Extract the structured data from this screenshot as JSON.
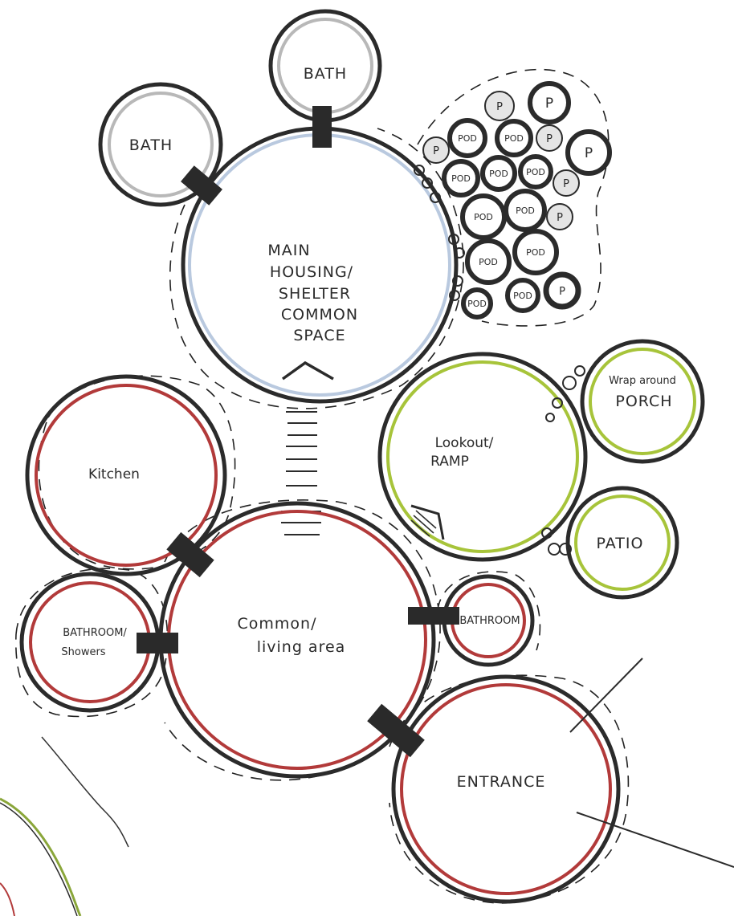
{
  "labels": {
    "bath_left": "BATH",
    "bath_top": "BATH",
    "main_1": "MAIN",
    "main_2": "HOUSING/",
    "main_3": "SHELTER",
    "main_4": "COMMON",
    "main_5": "SPACE",
    "lookout_1": "Lookout/",
    "lookout_2": "RAMP",
    "porch_1": "Wrap around",
    "porch_2": "PORCH",
    "patio": "PATIO",
    "kitchen": "Kitchen",
    "common_1": "Common/",
    "common_2": "living area",
    "bathroom_showers_1": "BATHROOM/",
    "bathroom_showers_2": "Showers",
    "bathroom": "BATHROOM",
    "entrance": "ENTRANCE"
  },
  "pods": {
    "p1": "P",
    "p2": "P",
    "p3": "P",
    "p4": "P",
    "p5": "P",
    "p6": "P",
    "p7": "P",
    "p8": "P",
    "pod1": "POD",
    "pod2": "POD",
    "pod3": "POD",
    "pod4": "POD",
    "pod5": "POD",
    "pod6": "POD",
    "pod7": "POD",
    "pod8": "POD",
    "pod9": "POD",
    "pod10": "POD",
    "pod11": "POD"
  },
  "colors": {
    "outline": "#2b2b2b",
    "housing_accent": "#b9c9df",
    "social_accent": "#b23a3a",
    "outdoor_accent": "#a7c43a",
    "bath_accent": "#b8b8b8"
  }
}
